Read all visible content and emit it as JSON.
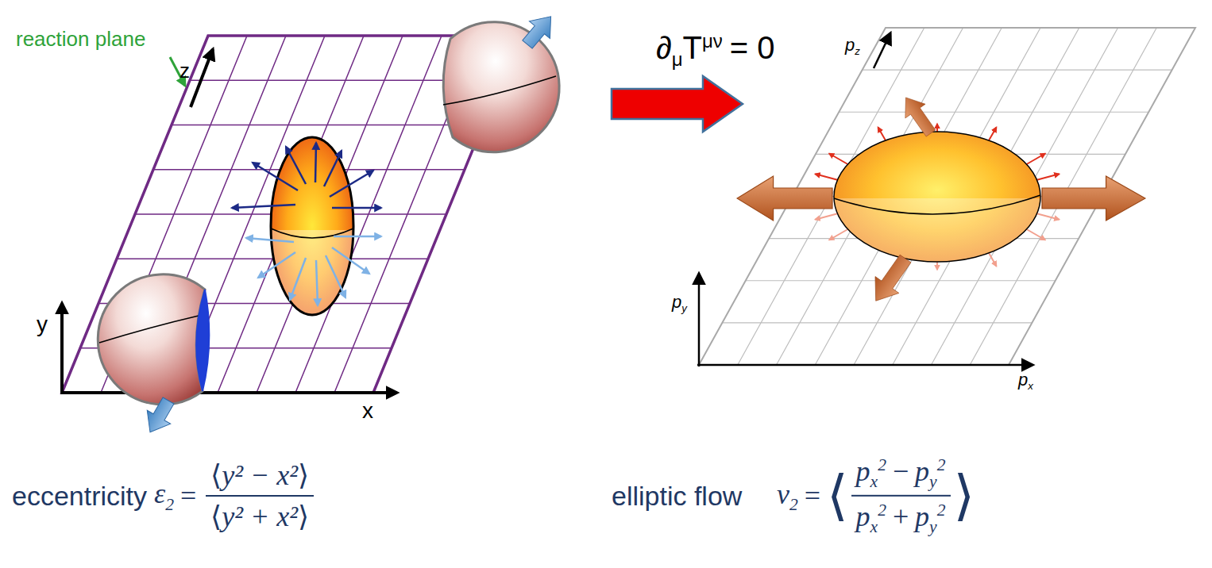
{
  "diagram": {
    "labels": [
      "reaction plane",
      "z",
      "y",
      "x",
      "∂",
      "μ",
      "T",
      "μν",
      "= 0",
      "p",
      "z",
      "p",
      "y",
      "p",
      "x",
      "eccentricity",
      "ε",
      "2",
      "=",
      "⟨",
      "y² − x²",
      "⟩",
      "⟨",
      "y² + x²",
      "⟩",
      "elliptic flow",
      "v",
      "2",
      "=",
      "⟨",
      "p",
      "x",
      "2",
      "−",
      "p",
      "y",
      "2",
      "p",
      "x",
      "2",
      "+",
      "p",
      "y",
      "2",
      "⟩"
    ]
  }
}
